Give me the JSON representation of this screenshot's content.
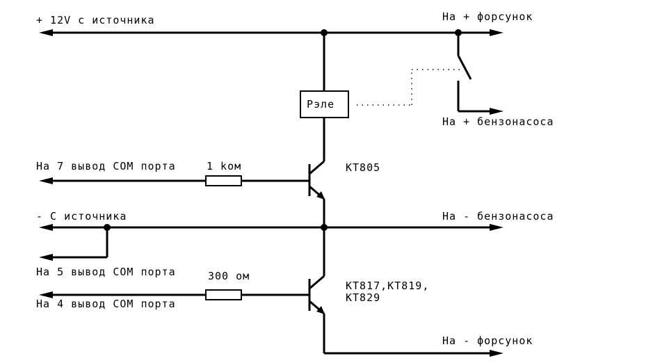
{
  "labels": {
    "plus_source": "+ 12V с источника",
    "to_injectors_plus": "На + форсунок",
    "relay": "Рэле",
    "to_fuel_pump_plus": "На + бензонасоса",
    "com_pin7": "На 7 вывод COM порта",
    "resistor1": "1 kом",
    "transistor1": "KT805",
    "minus_source": "- С источника",
    "to_fuel_pump_minus": "На - бензонасоса",
    "com_pin5": "На 5 вывод COM порта",
    "resistor2": "300 ом",
    "transistor2_line1": "KT817,KT819,",
    "transistor2_line2": "KT829",
    "com_pin4": "На 4 вывод COM порта",
    "to_injectors_minus": "На - форсунок"
  }
}
